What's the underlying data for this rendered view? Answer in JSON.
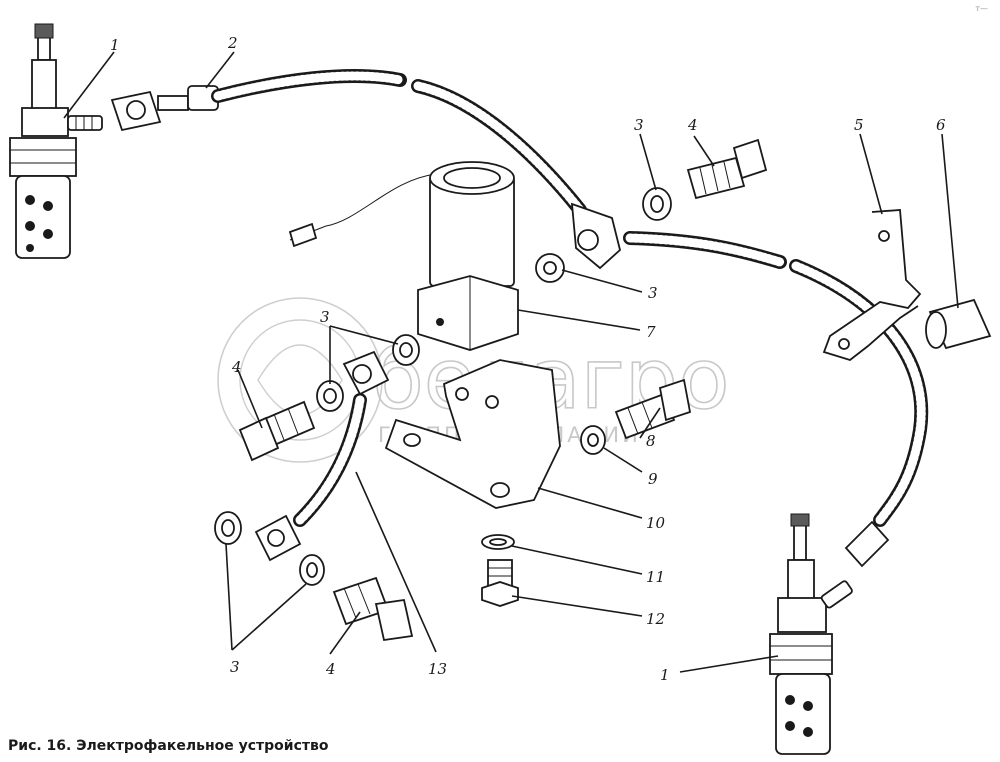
{
  "caption": "Рис. 16. Электрофакельное устройство",
  "corner_mark": "т—",
  "watermark": {
    "brand": "белагро",
    "subtitle": "ГРУППА КОМПАНИЙ"
  },
  "callouts": [
    "1",
    "2",
    "3",
    "4",
    "5",
    "6",
    "3",
    "7",
    "3",
    "4",
    "8",
    "9",
    "10",
    "11",
    "12",
    "3",
    "4",
    "13",
    "1"
  ]
}
